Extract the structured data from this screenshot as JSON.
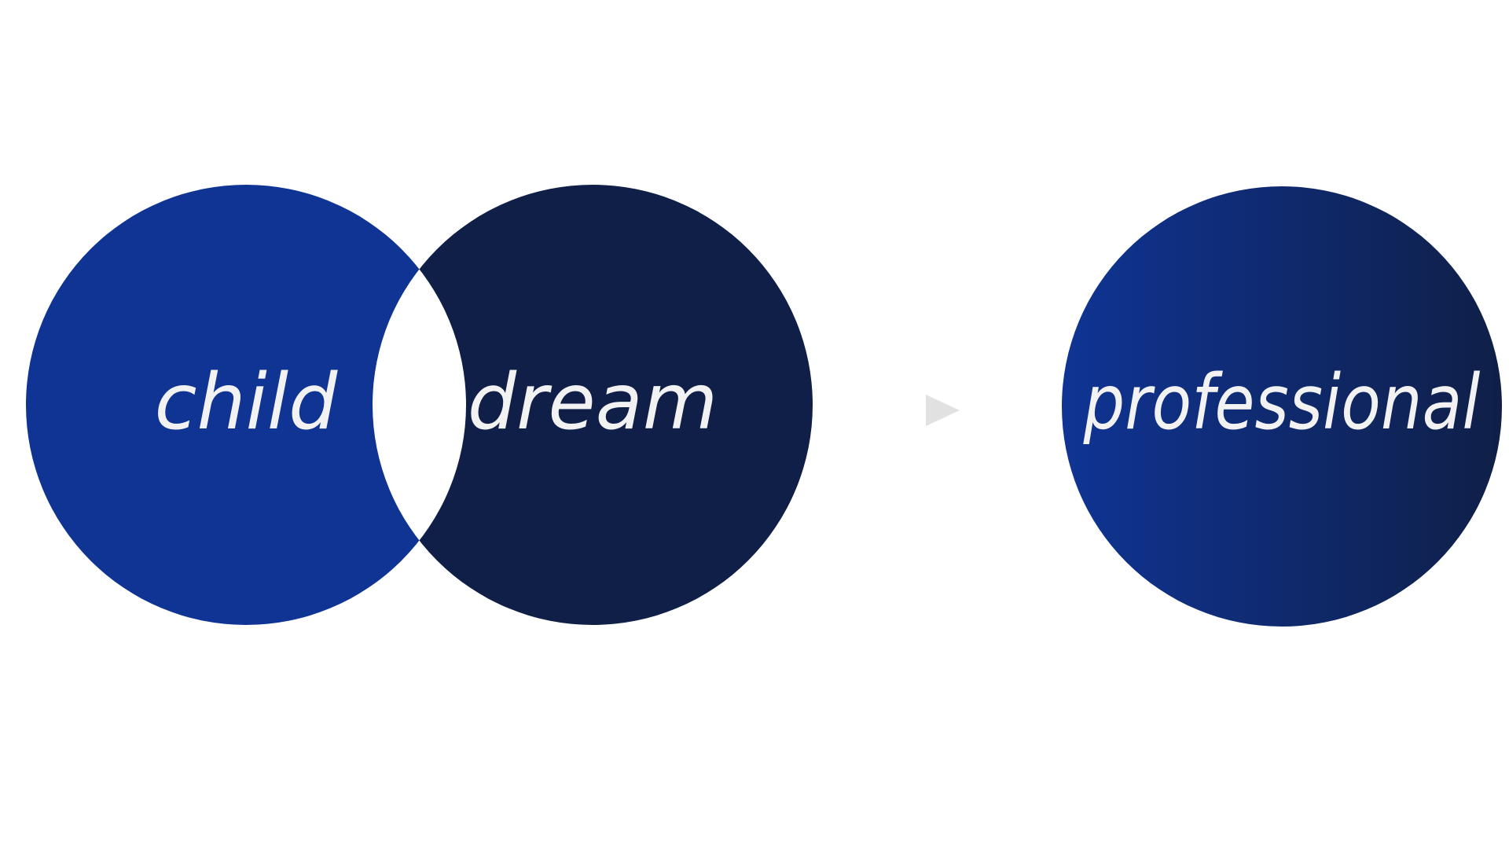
{
  "diagram": {
    "left_circle": {
      "label": "child",
      "color": "#0f3494"
    },
    "middle_circle": {
      "label": "dream",
      "color": "#0f1f47"
    },
    "overlap_color": "#ffffff",
    "arrow": {
      "icon": "play-triangle-icon",
      "color": "#e1e1e1"
    },
    "result_circle": {
      "label": "professional",
      "gradient_start": "#0f3494",
      "gradient_end": "#0f1f47"
    },
    "text_color": "#f2f2f2"
  }
}
